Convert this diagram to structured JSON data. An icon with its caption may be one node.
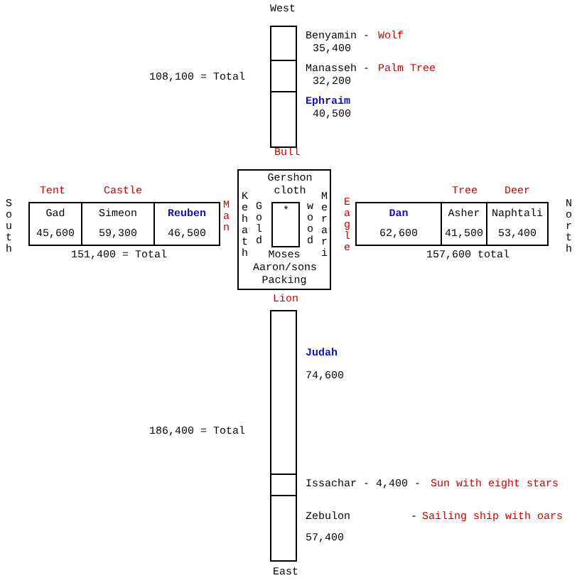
{
  "diagram": {
    "nodes": [
      {
        "text": [],
        "shape": "box",
        "beside": [
          "Benyamin -",
          "Wolf",
          "35,400"
        ]
      },
      {
        "text": [],
        "shape": "box",
        "beside": [
          "Manasseh -",
          "Palm Tree",
          "32,200"
        ]
      },
      {
        "text": [],
        "shape": "box",
        "beside": [
          "Ephraim",
          "40,500"
        ]
      },
      {
        "text": [
          "Gad",
          "45,600"
        ],
        "beside": [
          "Tent"
        ]
      },
      {
        "text": [
          "Simeon",
          "59,300"
        ],
        "beside": [
          "Castle"
        ]
      },
      {
        "text": [
          "Reuben",
          "46,500"
        ]
      },
      {
        "text": [
          "Gershon cloth",
          "Kehath",
          "Gold",
          "wood",
          "Merari",
          "Moses Aaron/sons Packing"
        ]
      },
      {
        "text": [
          "*"
        ],
        "in": 6
      },
      {
        "text": [
          "Dan",
          "62,600"
        ]
      },
      {
        "text": [
          "Asher",
          "41,500"
        ],
        "beside": [
          "Tree"
        ]
      },
      {
        "text": [
          "Naphtali",
          "53,400"
        ],
        "beside": [
          "Deer"
        ]
      },
      {
        "text": [],
        "shape": "box",
        "beside": [
          "Judah",
          "74,600"
        ]
      },
      {
        "text": [],
        "shape": "box",
        "beside": [
          "Issachar - 4,400 -",
          "Sun with eight stars"
        ]
      },
      {
        "text": [],
        "shape": "box",
        "beside": [
          "Zebulon",
          "-",
          "Sailing ship with oars",
          "57,400"
        ]
      }
    ],
    "edges": [],
    "labels": [
      "West",
      "108,100 = Total",
      "Bull",
      "South",
      "151,400 = Total",
      "Man",
      "Eagle",
      "North",
      "157,600 total",
      "Lion",
      "186,400 = Total",
      "East"
    ]
  }
}
